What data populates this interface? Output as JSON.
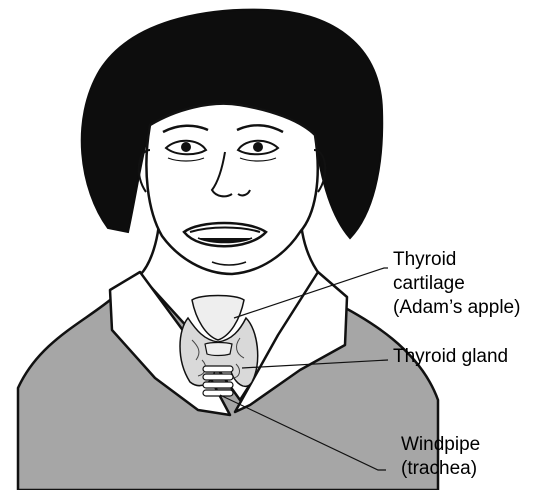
{
  "labels": {
    "thyroid_cartilage": [
      "Thyroid",
      "cartilage",
      "(Adam’s apple)"
    ],
    "thyroid_gland": "Thyroid gland",
    "windpipe": [
      "Windpipe",
      "(trachea)"
    ]
  },
  "colors": {
    "ink": "#111111",
    "hair": "#0d0d0d",
    "skin": "#ffffff",
    "sweater": "#a6a6a6",
    "collar": "#ffffff",
    "gland": "#d9d9d9",
    "cartilage": "#eeeeee"
  }
}
